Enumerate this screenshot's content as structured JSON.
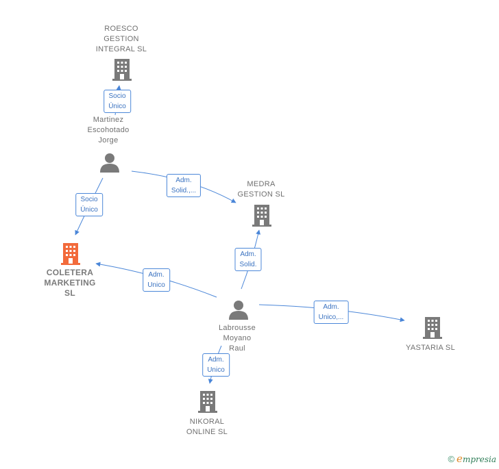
{
  "nodes": [
    {
      "id": "roesco",
      "label": "ROESCO\nGESTION\nINTEGRAL SL",
      "kind": "company"
    },
    {
      "id": "martinez",
      "label": "Martinez\nEscohotado\nJorge",
      "kind": "person"
    },
    {
      "id": "medra",
      "label": "MEDRA\nGESTION SL",
      "kind": "company"
    },
    {
      "id": "coletera",
      "label": "COLETERA\nMARKETING\nSL",
      "kind": "company-main"
    },
    {
      "id": "labrousse",
      "label": "Labrousse\nMoyano\nRaul",
      "kind": "person"
    },
    {
      "id": "yastaria",
      "label": "YASTARIA SL",
      "kind": "company"
    },
    {
      "id": "nikoral",
      "label": "NIKORAL\nONLINE SL",
      "kind": "company"
    }
  ],
  "edges": [
    {
      "from": "martinez",
      "to": "roesco",
      "label": "Socio\nÚnico"
    },
    {
      "from": "martinez",
      "to": "coletera",
      "label": "Socio\nÚnico"
    },
    {
      "from": "martinez",
      "to": "medra",
      "label": "Adm.\nSolid.,..."
    },
    {
      "from": "labrousse",
      "to": "medra",
      "label": "Adm.\nSolid."
    },
    {
      "from": "labrousse",
      "to": "coletera",
      "label": "Adm.\nUnico"
    },
    {
      "from": "labrousse",
      "to": "yastaria",
      "label": "Adm.\nUnico,..."
    },
    {
      "from": "labrousse",
      "to": "nikoral",
      "label": "Adm.\nUnico"
    }
  ],
  "colors": {
    "edge": "#4a86d8",
    "icon": "#7a7a7a",
    "main_icon": "#f26a3b"
  },
  "footer": {
    "copyright": "©",
    "brand_initial": "e",
    "brand_rest": "mpresia"
  }
}
